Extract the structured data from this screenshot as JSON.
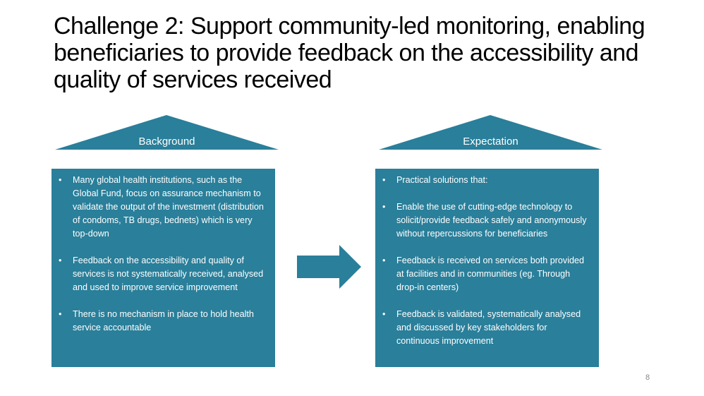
{
  "title": "Challenge 2: Support community-led monitoring, enabling beneficiaries to provide feedback on the accessibility and quality of services received",
  "background": {
    "label": "Background",
    "bullets": [
      "Many global health institutions, such as the Global Fund, focus on assurance mechanism to validate the output of the investment (distribution of condoms, TB drugs, bednets) which is very top-down",
      "Feedback on the accessibility and quality of services is not systematically received, analysed and used to improve service improvement",
      "There is no mechanism in place to hold health service accountable"
    ]
  },
  "expectation": {
    "label": "Expectation",
    "bullets": [
      "Practical solutions that:",
      "Enable the use of cutting-edge technology to solicit/provide feedback safely and anonymously without repercussions for beneficiaries",
      "Feedback is received on services both provided at facilities and in communities (eg. Through drop-in centers)",
      "Feedback is validated, systematically analysed and discussed by key stakeholders for continuous improvement"
    ]
  },
  "page_number": "8",
  "colors": {
    "accent": "#2a7f9a"
  }
}
